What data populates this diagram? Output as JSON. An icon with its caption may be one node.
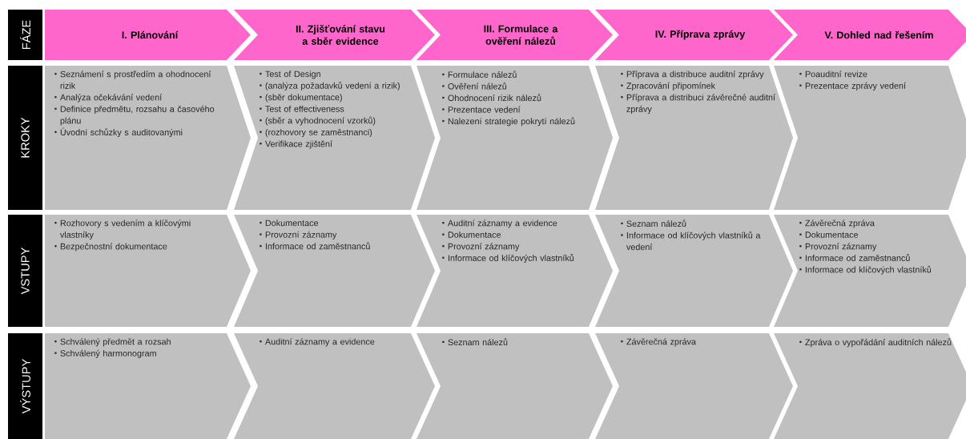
{
  "diagram": {
    "nodes": [
      {
        "text": [
          "FÁZE"
        ]
      },
      {
        "text": [
          "I. Plánování"
        ]
      },
      {
        "text": [
          "II. Zjišťování stavu a sběr evidence"
        ]
      },
      {
        "text": [
          "III. Formulace a ověření nálezů"
        ]
      },
      {
        "text": [
          "IV. Příprava zprávy"
        ]
      },
      {
        "text": [
          "V. Dohled nad řešením"
        ]
      },
      {
        "text": [
          "KROKY"
        ]
      },
      {
        "text": [
          "Seznámení s prostředím a ohodnocení rizik",
          "Analýza očekávání vedení",
          "Definice předmětu, rozsahu a časového plánu",
          "Úvodní schůzky s auditovanými"
        ]
      },
      {
        "text": [
          "Test of Design",
          "(analýza požadavků vedení a rizik)",
          "(sběr dokumentace)",
          "Test of effectiveness",
          "(sběr a vyhodnocení vzorků)",
          "(rozhovory se zaměstnanci)",
          "Verifikace zjištění"
        ]
      },
      {
        "text": [
          "Formulace nálezů",
          "Ověření nálezů",
          "Ohodnocení rizik nálezů",
          "Prezentace vedení",
          "Nalezení strategie pokrytí nálezů"
        ]
      },
      {
        "text": [
          "Příprava a distribuce auditní zprávy",
          "Zpracování připomínek",
          "Příprava a distribuci závěrečné auditní zprávy"
        ]
      },
      {
        "text": [
          "Poauditní revize",
          "Prezentace zprávy vedení"
        ]
      },
      {
        "text": [
          "VSTUPY"
        ]
      },
      {
        "text": [
          "Rozhovory s vedením a klíčovými vlastníky",
          "Bezpečnostní dokumentace"
        ]
      },
      {
        "text": [
          "Dokumentace",
          "Provozní záznamy",
          "Informace od zaměstnanců"
        ]
      },
      {
        "text": [
          "Auditní záznamy a evidence",
          "Dokumentace",
          "Provozní záznamy",
          "Informace od klíčových vlastníků"
        ]
      },
      {
        "text": [
          "Seznam nálezů",
          "Informace od klíčových vlastníků a vedení"
        ]
      },
      {
        "text": [
          "Závěrečná zpráva",
          "Dokumentace",
          "Provozní záznamy",
          "Informace od zaměstnanců",
          "Informace od klíčových vlastníků"
        ]
      },
      {
        "text": [
          "VÝSTUPY"
        ]
      },
      {
        "text": [
          "Schválený předmět a rozsah",
          "Schválený harmonogram"
        ]
      },
      {
        "text": [
          "Auditní záznamy a evidence"
        ]
      },
      {
        "text": [
          "Seznam nálezů"
        ]
      },
      {
        "text": [
          "Závěrečná zpráva"
        ]
      },
      {
        "text": [
          "Zpráva o vypořádání auditních nálezů"
        ]
      }
    ]
  }
}
